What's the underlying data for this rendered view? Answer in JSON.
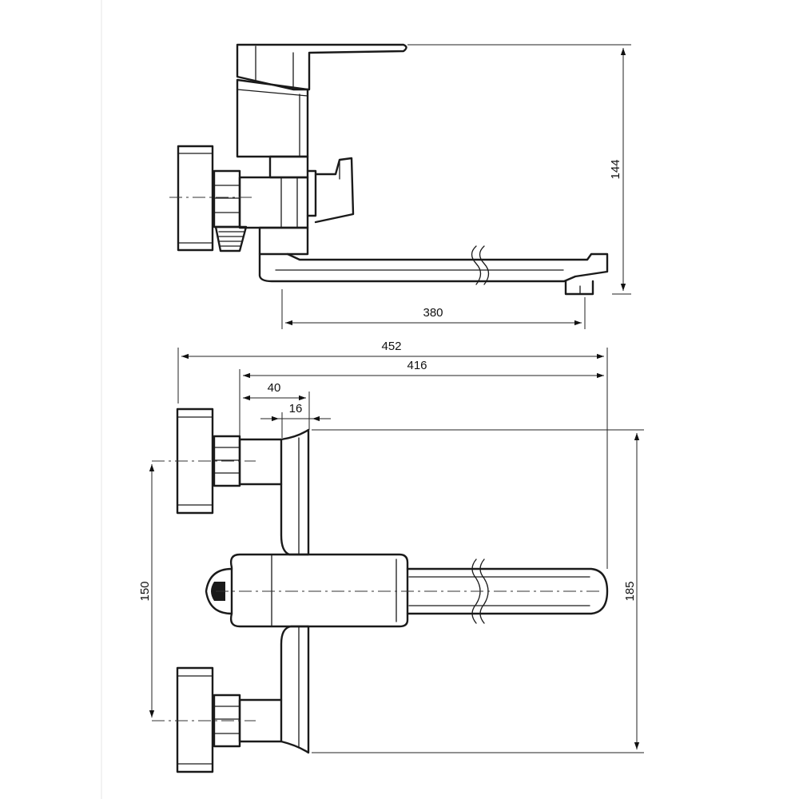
{
  "drawing": {
    "side_view": {
      "height_label": "144",
      "spout_length_label": "380"
    },
    "top_view": {
      "overall_width_label": "452",
      "width_to_spout_tip_label": "416",
      "body_offset_label": "40",
      "plate_thickness_label": "16",
      "inlet_spacing_label": "150",
      "overall_height_label": "185"
    }
  }
}
